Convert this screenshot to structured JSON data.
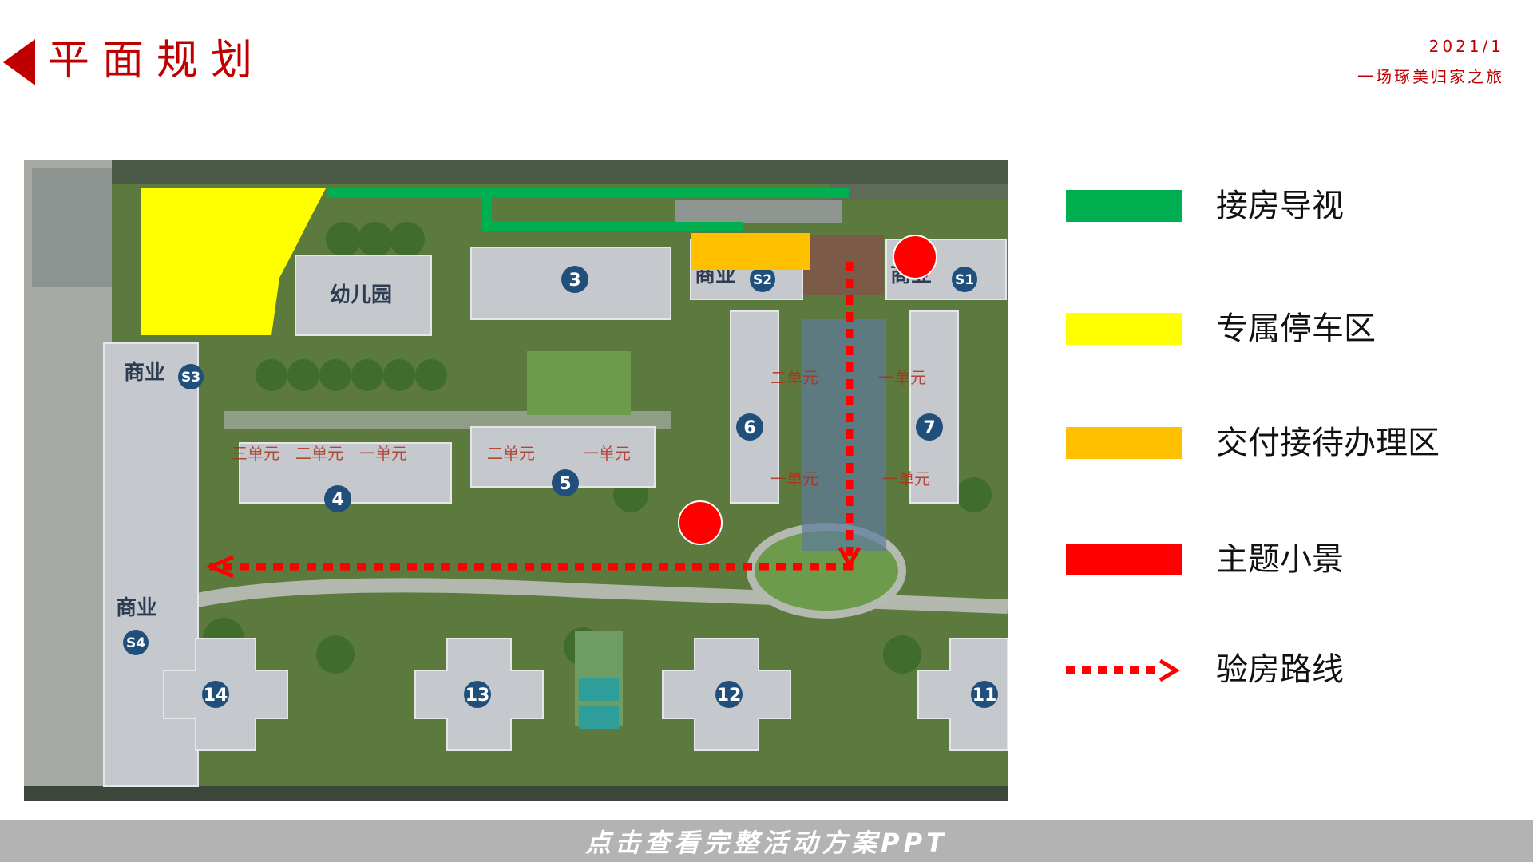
{
  "header": {
    "title": "平面规划",
    "date": "2021/1",
    "tagline": "一场琢美归家之旅"
  },
  "map": {
    "kindergarten": "幼儿园",
    "shops": [
      {
        "label": "商业",
        "code": "S1"
      },
      {
        "label": "商业",
        "code": "S2"
      },
      {
        "label": "商业",
        "code": "S3"
      },
      {
        "label": "商业",
        "code": "S4"
      }
    ],
    "buildings": [
      "3",
      "4",
      "5",
      "6",
      "7",
      "11",
      "12",
      "13",
      "14"
    ],
    "unit_labels": [
      "一单元",
      "二单元",
      "三单元"
    ]
  },
  "legend": {
    "items": [
      {
        "label": "接房导视",
        "color": "#00b050"
      },
      {
        "label": "专属停车区",
        "color": "#ffff00"
      },
      {
        "label": "交付接待办理区",
        "color": "#ffc000"
      },
      {
        "label": "主题小景",
        "color": "#ff0000"
      },
      {
        "label": "验房路线",
        "color": "#ff0000"
      }
    ]
  },
  "footer": {
    "cta": "点击查看完整活动方案PPT"
  }
}
